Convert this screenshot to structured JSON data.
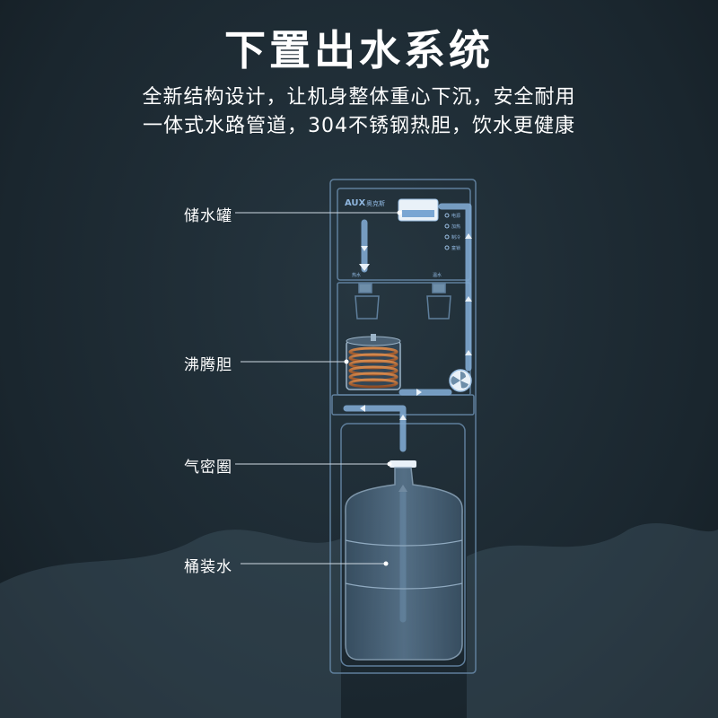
{
  "title": "下置出水系统",
  "subtitle_lines": [
    "全新结构设计，让机身整体重心下沉，安全耐用",
    "一体式水路管道，304不锈钢热胆，饮水更健康"
  ],
  "callouts": [
    {
      "label": "储水罐"
    },
    {
      "label": "沸腾胆"
    },
    {
      "label": "气密圈"
    },
    {
      "label": "桶装水"
    }
  ],
  "panel": {
    "brand": "AUX",
    "brand_cn": "奥克斯",
    "buttons": [
      "电源",
      "加热",
      "制冷",
      "童锁"
    ],
    "left_tap": "热水",
    "right_tap": "温水"
  },
  "colors": {
    "background": "#1d2a33",
    "flow": "#7fa8d0",
    "outline": "#5f7f9c",
    "coil": "#c0703a"
  }
}
